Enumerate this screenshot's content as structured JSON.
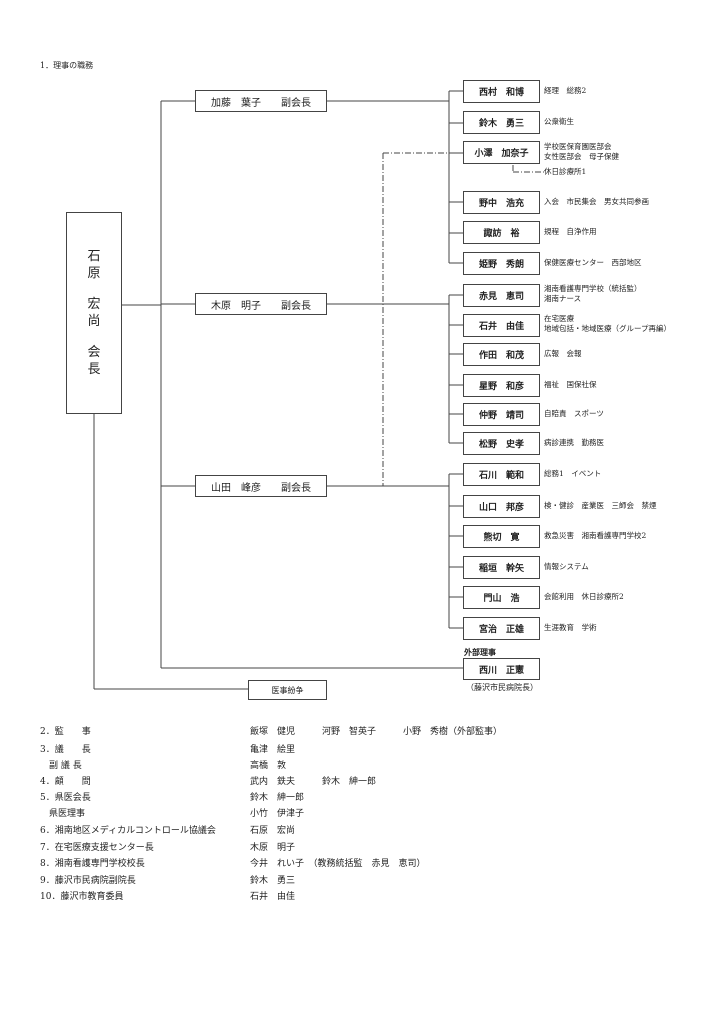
{
  "section_title": "1．理事の職務",
  "president": {
    "line1": "石",
    "line2": "原",
    "line3": "宏",
    "line4": "尚",
    "line5": "会",
    "line6": "長"
  },
  "vice_presidents": [
    {
      "label": "加藤　葉子　　副会長"
    },
    {
      "label": "木原　明子　　副会長"
    },
    {
      "label": "山田　峰彦　　副会長"
    }
  ],
  "members": [
    {
      "name": "西村　和博",
      "role": "経理　総務2"
    },
    {
      "name": "鈴木　勇三",
      "role": "公衆衛生"
    },
    {
      "name": "小澤　加奈子",
      "role": "学校医保育園医部会",
      "role2": "女性医部会　母子保健"
    },
    {
      "name": "野中　浩充",
      "role": "入会　市民集会　男女共同参画"
    },
    {
      "name": "諏訪　裕",
      "role": "規程　自浄作用"
    },
    {
      "name": "姫野　秀朗",
      "role": "保健医療センター　西部地区"
    },
    {
      "name": "赤見　恵司",
      "role": "湘南看護専門学校（統括監）",
      "role2": "湘南ナース"
    },
    {
      "name": "石井　由佳",
      "role": "在宅医療",
      "role2": "地域包括・地域医療（グループ再編）"
    },
    {
      "name": "作田　和茂",
      "role": "広報　会報"
    },
    {
      "name": "星野　和彦",
      "role": "福祉　国保社保"
    },
    {
      "name": "仲野　靖司",
      "role": "自賠責　スポーツ"
    },
    {
      "name": "松野　史孝",
      "role": "病診連携　勤務医"
    },
    {
      "name": "石川　範和",
      "role": "総務1　イベント"
    },
    {
      "name": "山口　邦彦",
      "role": "検・健診　産業医　三師会　禁煙"
    },
    {
      "name": "熊切　寛",
      "role": "救急災害　湘南看護専門学校2"
    },
    {
      "name": "稲垣　幹矢",
      "role": "情報システム"
    },
    {
      "name": "門山　浩",
      "role": "会館利用　休日診療所2"
    },
    {
      "name": "宮治　正雄",
      "role": "生涯教育　学術"
    }
  ],
  "holiday_clinic": "休日診療所1",
  "external": {
    "header": "外部理事",
    "name": "西川　正憲",
    "note": "（藤沢市民病院長）"
  },
  "dispute": "医事紛争",
  "list": [
    {
      "label": "2．監　　事",
      "value": "飯塚　健児　　　河野　智英子　　　小野　秀樹（外部監事）"
    },
    {
      "label": "3．議　　長",
      "value": "亀津　絵里"
    },
    {
      "label": "　副 議 長",
      "value": "高橋　敦"
    },
    {
      "label": "4．顧　　問",
      "value": "武内　鉄夫　　　鈴木　紳一郎"
    },
    {
      "label": "5．県医会長",
      "value": "鈴木　紳一郎"
    },
    {
      "label": "　県医理事",
      "value": "小竹　伊津子"
    },
    {
      "label": "6．湘南地区メディカルコントロール協議会",
      "value": "石原　宏尚"
    },
    {
      "label": "7．在宅医療支援センター長",
      "value": "木原　明子"
    },
    {
      "label": "8．湘南看護専門学校校長",
      "value": "今井　れい子　（教務統括監　赤見　恵司）"
    },
    {
      "label": "9．藤沢市民病院副院長",
      "value": "鈴木　勇三"
    },
    {
      "label": "10．藤沢市教育委員",
      "value": "石井　由佳"
    }
  ]
}
